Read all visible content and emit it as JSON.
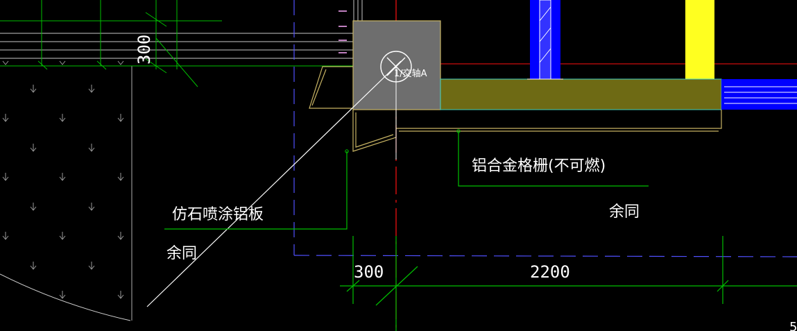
{
  "labels": {
    "grid_label": "1/交轴A",
    "aluminum_grille": "铝合金格栅(不可燃)",
    "stone_panel": "仿石喷涂铝板",
    "same_right": "余同",
    "same_left": "余同",
    "corner_mark": "5"
  },
  "dimensions": {
    "left_vertical": "300",
    "bottom_left": "300",
    "bottom_right": "2200"
  },
  "colors": {
    "background": "#000000",
    "dimension_line": "#00c000",
    "grid_axis": "#5050ff",
    "red_axis": "#ff1010",
    "column_fill": "#6e6e6e",
    "beam_fill": "#6e6a14",
    "outline": "#c8b464",
    "glass_blue": "#0000ff",
    "yellow_column": "#ffff20",
    "leader": "#ffffff",
    "magenta_mark": "#c080c0"
  }
}
